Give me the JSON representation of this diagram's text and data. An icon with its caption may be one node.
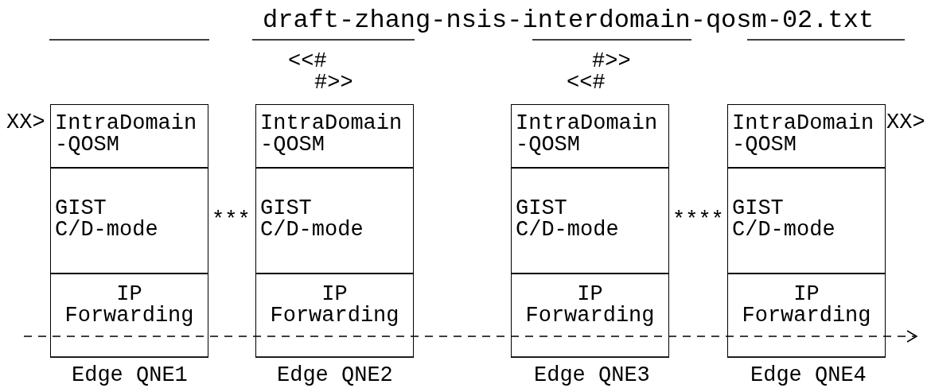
{
  "diagram": {
    "title": "draft-zhang-nsis-interdomain-qosm-02.txt",
    "nodes": [
      {
        "text": [
          "IntraDomain -QOSM"
        ]
      },
      {
        "text": [
          "GIST C/D-mode"
        ]
      },
      {
        "text": [
          "IP Forwarding"
        ]
      },
      {
        "text": [
          "IntraDomain -QOSM"
        ]
      },
      {
        "text": [
          "GIST C/D-mode"
        ]
      },
      {
        "text": [
          "IP Forwarding"
        ]
      },
      {
        "text": [
          "IntraDomain -QOSM"
        ]
      },
      {
        "text": [
          "GIST C/D-mode"
        ]
      },
      {
        "text": [
          "IP Forwarding"
        ]
      },
      {
        "text": [
          "IntraDomain -QOSM"
        ]
      },
      {
        "text": [
          "GIST C/D-mode"
        ]
      },
      {
        "text": [
          "IP Forwarding"
        ]
      }
    ],
    "labels": [
      "<<#",
      "#>>",
      "#>>",
      "<<#",
      "XX>",
      "XX>",
      "***",
      "****",
      "Edge QNE1",
      "Edge QNE2",
      "Edge QNE3",
      "Edge QNE4"
    ]
  }
}
